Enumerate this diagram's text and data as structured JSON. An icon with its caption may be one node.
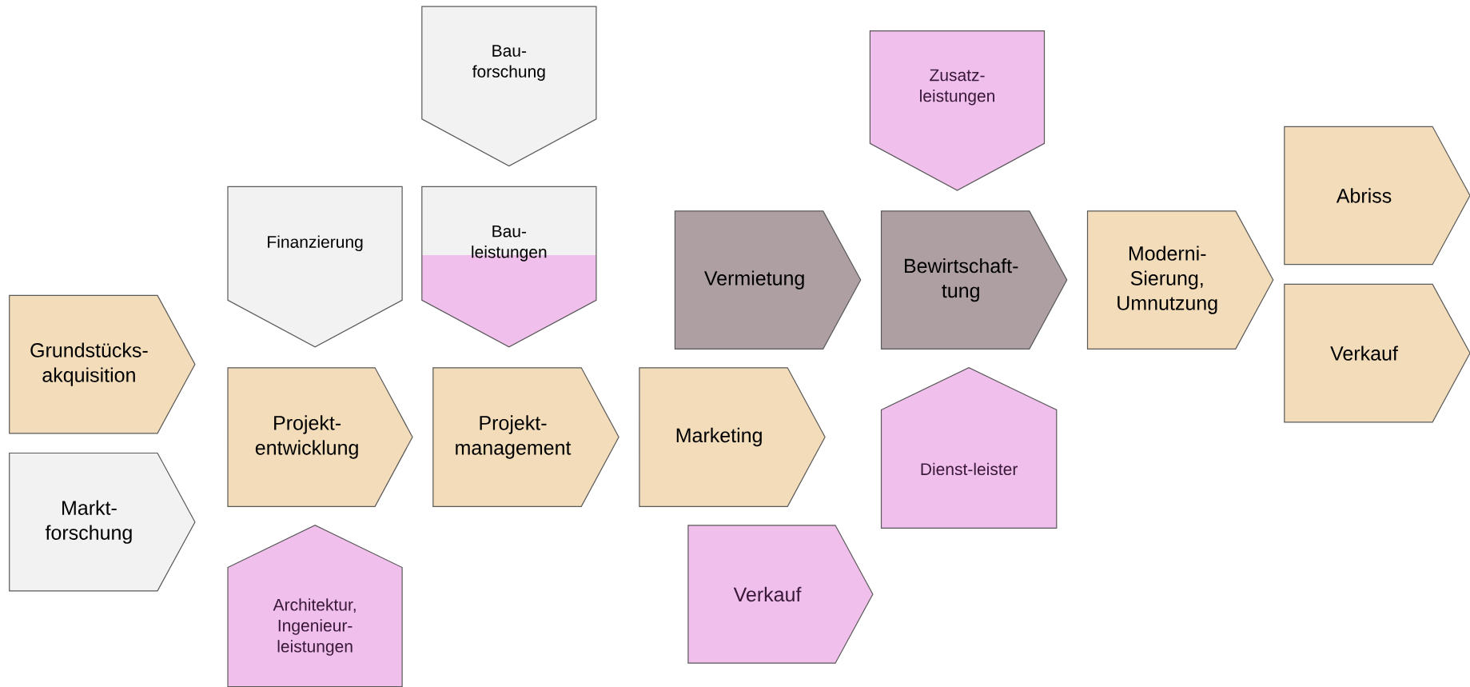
{
  "diagram": {
    "nodes": [
      {
        "text": [
          "Grundstücks- akquisition"
        ]
      },
      {
        "text": [
          "Markt- forschung"
        ]
      },
      {
        "text": [
          "Finanzierung"
        ]
      },
      {
        "text": [
          "Projekt- entwicklung"
        ]
      },
      {
        "text": [
          "Architektur, Ingenieur- leistungen"
        ]
      },
      {
        "text": [
          "Bau- forschung"
        ]
      },
      {
        "text": [
          "Bau- leistungen"
        ]
      },
      {
        "text": [
          "Projekt- management"
        ]
      },
      {
        "text": [
          "Vermietung"
        ]
      },
      {
        "text": [
          "Marketing"
        ]
      },
      {
        "text": [
          "Verkauf"
        ]
      },
      {
        "text": [
          "Zusatz- leistungen"
        ]
      },
      {
        "text": [
          "Bewirtschaft- tung"
        ]
      },
      {
        "text": [
          "Dienst-leister"
        ]
      },
      {
        "text": [
          "Moderni- Sierung, Umnutzung"
        ]
      },
      {
        "text": [
          "Abriss"
        ]
      },
      {
        "text": [
          "Verkauf"
        ]
      }
    ]
  }
}
